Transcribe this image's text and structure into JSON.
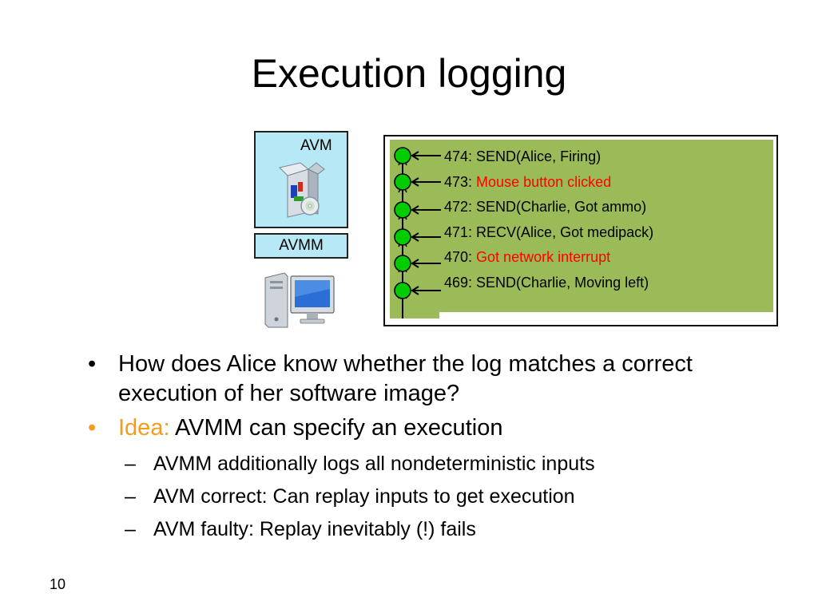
{
  "slide": {
    "title": "Execution logging",
    "page_number": "10"
  },
  "diagram": {
    "avm_label": "AVM",
    "avmm_label": "AVMM",
    "log_entries": [
      {
        "prefix": "474: ",
        "text": "SEND(Alice, Firing)",
        "highlight": false
      },
      {
        "prefix": "473: ",
        "text": "Mouse button clicked",
        "highlight": true
      },
      {
        "prefix": "472: ",
        "text": "SEND(Charlie, Got ammo)",
        "highlight": false
      },
      {
        "prefix": "471: ",
        "text": "RECV(Alice, Got medipack)",
        "highlight": false
      },
      {
        "prefix": "470: ",
        "text": "Got network interrupt",
        "highlight": true
      },
      {
        "prefix": "469: ",
        "text": "SEND(Charlie, Moving left)",
        "highlight": false
      }
    ],
    "colors": {
      "log_background": "#9bbb59",
      "node_fill": "#00cc00",
      "highlight_text": "#ff0000",
      "box_fill": "#b7e8f5"
    },
    "icons": [
      "software-package-icon",
      "desktop-computer-icon"
    ]
  },
  "bullets": {
    "b1": {
      "bullet": "•",
      "text": "How does Alice know whether the log matches a correct execution of her software image?"
    },
    "b2": {
      "bullet": "•",
      "lead": "Idea:",
      "text": " AVMM can specify an execution",
      "lead_color": "#f39c1d"
    },
    "subs": [
      {
        "dash": "–",
        "text": "AVMM additionally logs all nondeterministic inputs"
      },
      {
        "dash": "–",
        "text": "AVM correct: Can replay inputs to get execution"
      },
      {
        "dash": "–",
        "text": "AVM faulty: Replay inevitably (!) fails"
      }
    ]
  }
}
